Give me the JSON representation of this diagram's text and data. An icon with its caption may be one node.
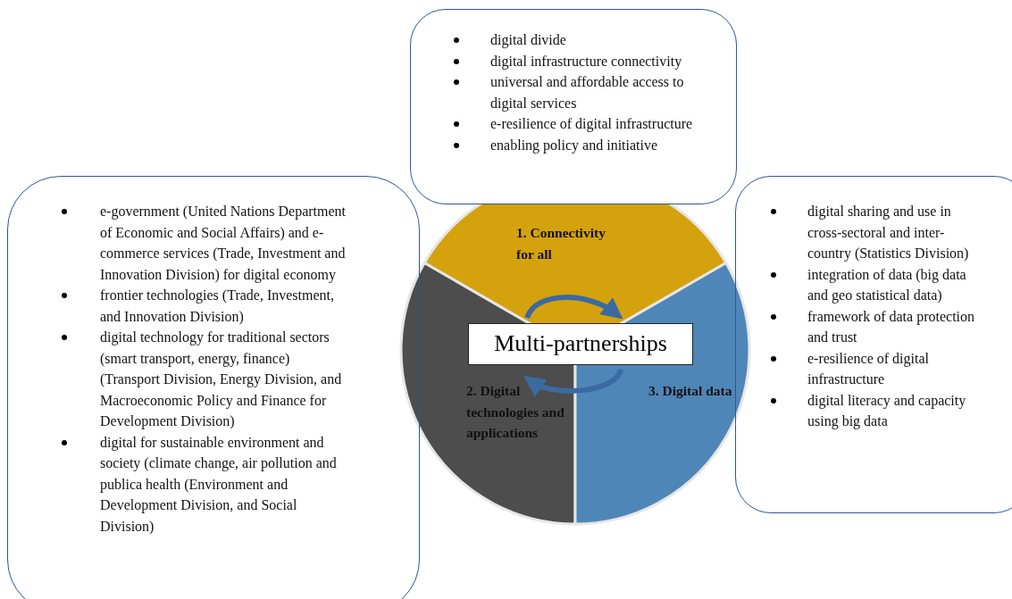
{
  "diagram": {
    "nodes": [
      {
        "text": [
          "digital divide",
          "digital infrastructure connectivity",
          "universal and affordable access to digital services",
          "e-resilience of digital infrastructure",
          "enabling policy and initiative"
        ]
      },
      {
        "text": [
          "e-government (United Nations Department of Economic and Social Affairs) and e-commerce services (Trade, Investment and Innovation Division) for digital economy",
          "frontier technologies (Trade, Investment, and Innovation Division)",
          "digital technology for traditional sectors (smart transport, energy, finance) (Transport Division, Energy Division, and Macroeconomic Policy and Finance for Development Division)",
          "digital for sustainable environment and society (climate change, air pollution and publica health (Environment and Development Division, and Social Division)"
        ]
      },
      {
        "text": [
          "1. Connectivity for all"
        ]
      },
      {
        "text": [
          "Multi-partnerships"
        ]
      },
      {
        "text": [
          "2. Digital technologies and applications"
        ]
      },
      {
        "text": [
          "3. Digital data"
        ]
      },
      {
        "text": [
          "digital sharing and use in cross-sectoral and inter-country (Statistics Division)",
          "integration of data (big data and geo statistical data)",
          "framework of data protection and trust",
          "e-resilience of digital infrastructure",
          "digital literacy and capacity using big data"
        ]
      }
    ],
    "edges": [
      {
        "from": 2,
        "to": 5,
        "arrow": "to"
      },
      {
        "from": 5,
        "to": 4,
        "arrow": "to"
      }
    ]
  }
}
